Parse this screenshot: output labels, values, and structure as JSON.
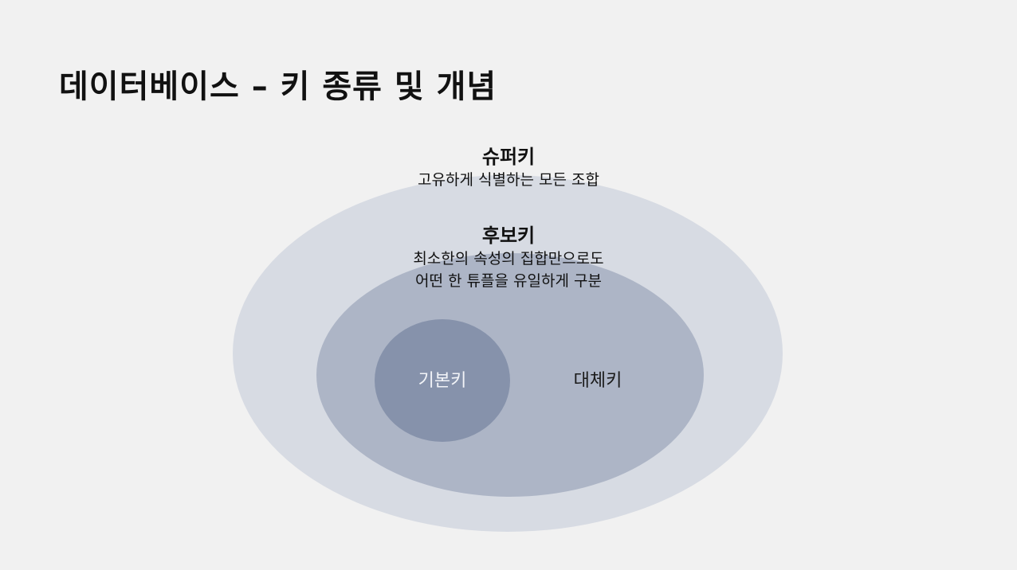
{
  "slide": {
    "title": "데이터베이스 – 키 종류 및 개념"
  },
  "diagram": {
    "super_key": {
      "title": "슈퍼키",
      "description": "고유하게 식별하는 모든 조합"
    },
    "candidate_key": {
      "title": "후보키",
      "description_line1": "최소한의 속성의 집합만으로도",
      "description_line2": "어떤 한 튜플을 유일하게 구분"
    },
    "primary_key": {
      "label": "기본키"
    },
    "alternate_key": {
      "label": "대체키"
    },
    "colors": {
      "background": "#f1f1f1",
      "super_key_fill": "#d7dbe3",
      "candidate_key_fill": "#adb5c6",
      "primary_key_fill": "#8692ab"
    }
  }
}
